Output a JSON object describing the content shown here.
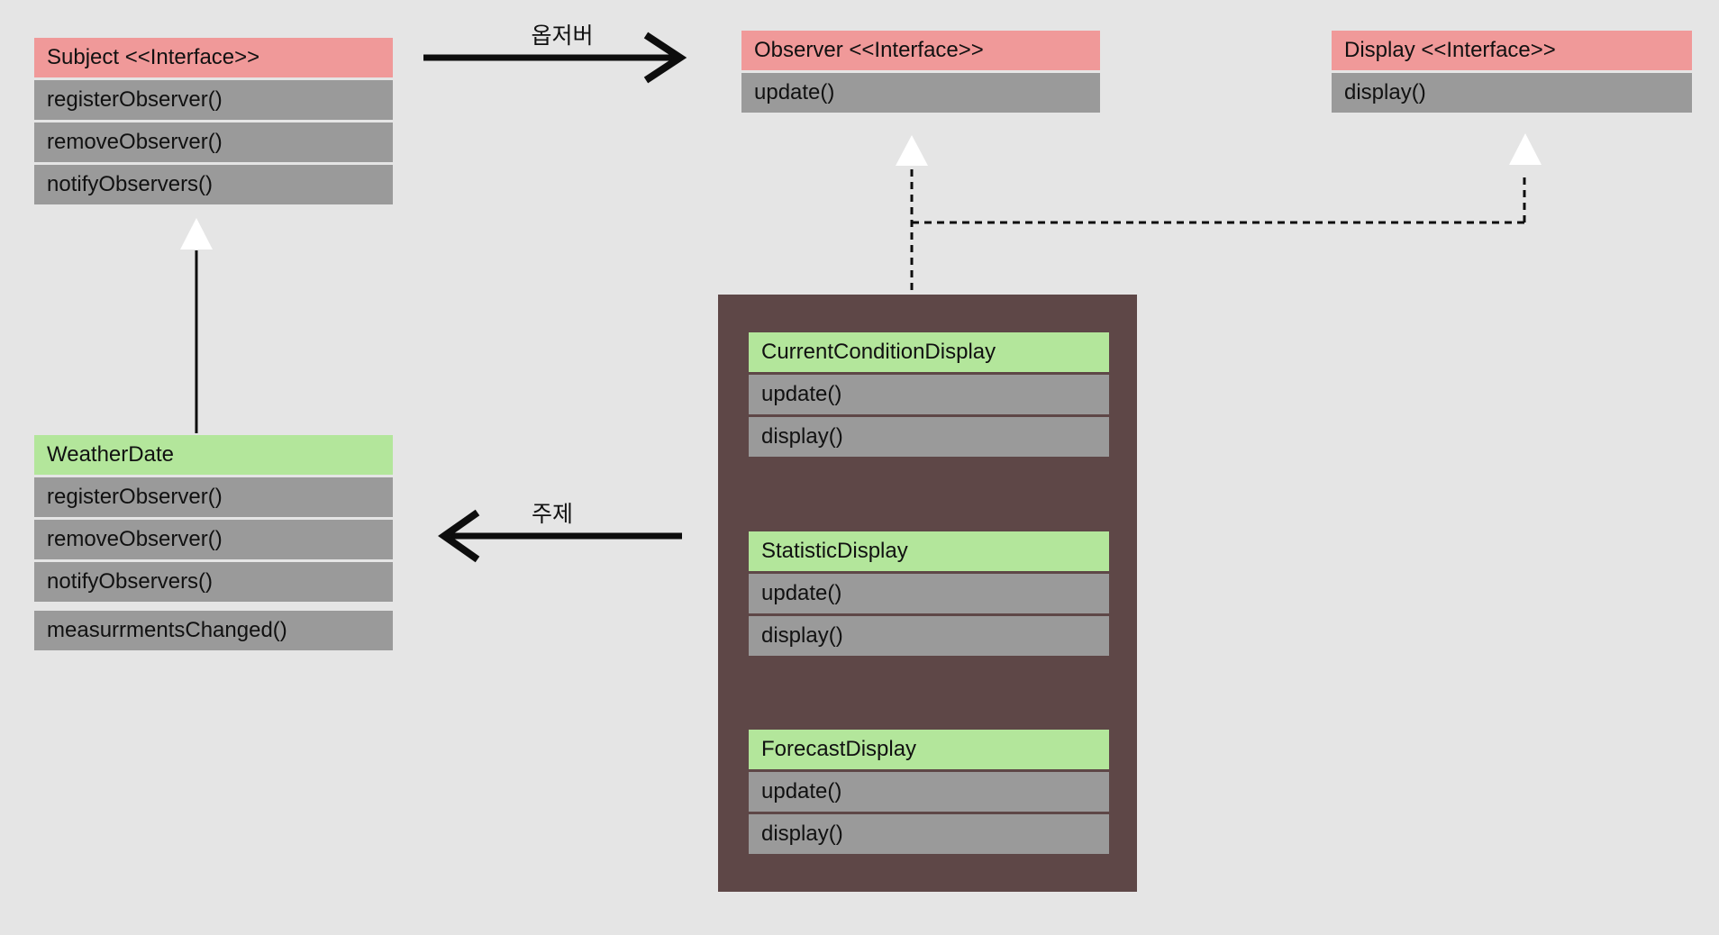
{
  "diagram": {
    "classes": {
      "subject": {
        "title": "Subject <<Interface>>",
        "methods": [
          "registerObserver()",
          "removeObserver()",
          "notifyObservers()"
        ]
      },
      "observer": {
        "title": "Observer <<Interface>>",
        "methods": [
          "update()"
        ]
      },
      "display": {
        "title": "Display <<Interface>>",
        "methods": [
          "display()"
        ]
      },
      "weatherdate": {
        "title": "WeatherDate",
        "methods": [
          "registerObserver()",
          "removeObserver()",
          "notifyObservers()",
          "measurrmentsChanged()"
        ]
      },
      "current_condition": {
        "title": "CurrentConditionDisplay",
        "methods": [
          "update()",
          "display()"
        ]
      },
      "statistic": {
        "title": "StatisticDisplay",
        "methods": [
          "update()",
          "display()"
        ]
      },
      "forecast": {
        "title": "ForecastDisplay",
        "methods": [
          "update()",
          "display()"
        ]
      }
    },
    "edge_labels": {
      "observer": "옵저버",
      "subject": "주제"
    },
    "colors": {
      "background": "#e5e5e5",
      "interface_header": "#f09999",
      "class_header": "#b3e69b",
      "method_row": "#9a9a9a",
      "group_background": "#5e4747",
      "line": "#0d0d0d",
      "hollow_arrowhead": "#ffffff"
    }
  }
}
